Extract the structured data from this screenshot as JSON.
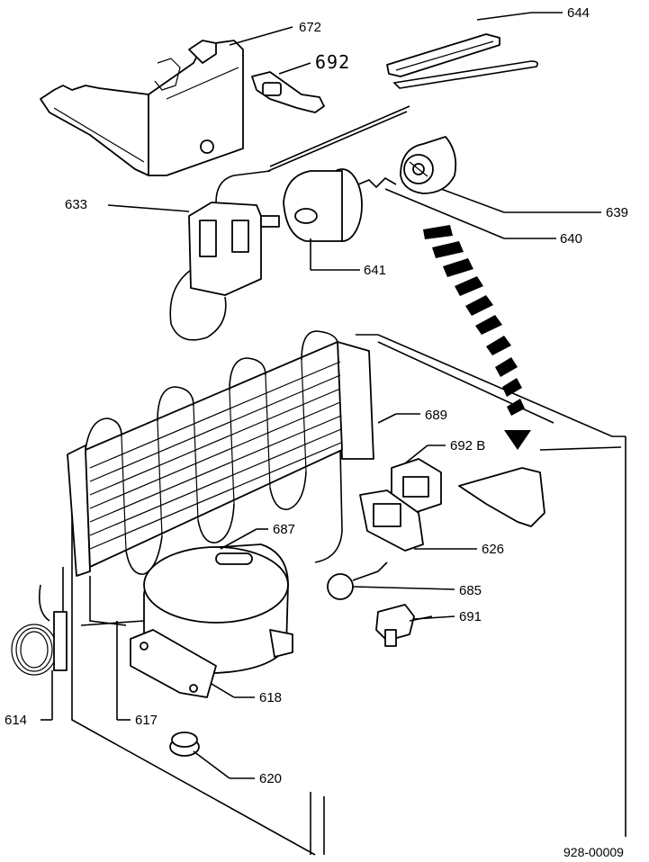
{
  "diagram": {
    "drawing_code": "928-00009",
    "callouts": [
      {
        "id": "c672",
        "label": "672"
      },
      {
        "id": "c692",
        "label": "692"
      },
      {
        "id": "c644",
        "label": "644"
      },
      {
        "id": "c633",
        "label": "633"
      },
      {
        "id": "c639",
        "label": "639"
      },
      {
        "id": "c640",
        "label": "640"
      },
      {
        "id": "c641",
        "label": "641"
      },
      {
        "id": "c689",
        "label": "689"
      },
      {
        "id": "c692b",
        "label": "692 B"
      },
      {
        "id": "c687",
        "label": "687"
      },
      {
        "id": "c626",
        "label": "626"
      },
      {
        "id": "c685",
        "label": "685"
      },
      {
        "id": "c691",
        "label": "691"
      },
      {
        "id": "c618",
        "label": "618"
      },
      {
        "id": "c614",
        "label": "614"
      },
      {
        "id": "c617",
        "label": "617"
      },
      {
        "id": "c620",
        "label": "620"
      }
    ]
  }
}
